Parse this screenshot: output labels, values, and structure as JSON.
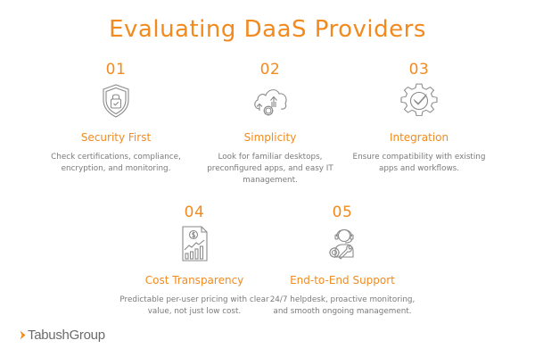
{
  "title": "Evaluating DaaS Providers",
  "colors": {
    "accent": "#f28a1e",
    "text_gray": "#7a7a7a",
    "icon_gray": "#8a8a8a"
  },
  "items": [
    {
      "number": "01",
      "icon": "shield-lock-icon",
      "heading": "Security First",
      "description": "Check certifications, compliance, encryption, and monitoring."
    },
    {
      "number": "02",
      "icon": "cloud-upload-gear-icon",
      "heading": "Simplicity",
      "description": "Look for familiar desktops, preconfigured apps, and easy IT management."
    },
    {
      "number": "03",
      "icon": "gear-checkmark-icon",
      "heading": "Integration",
      "description": "Ensure compatibility with existing apps and workflows."
    },
    {
      "number": "04",
      "icon": "document-dollar-chart-icon",
      "heading": "Cost Transparency",
      "description": "Predictable per-user pricing with clear value, not just low cost."
    },
    {
      "number": "05",
      "icon": "support-agent-headset-icon",
      "heading": "End-to-End Support",
      "description": "24/7 helpdesk, proactive monitoring, and smooth ongoing management."
    }
  ],
  "logo": {
    "text": "TabushGroup"
  }
}
